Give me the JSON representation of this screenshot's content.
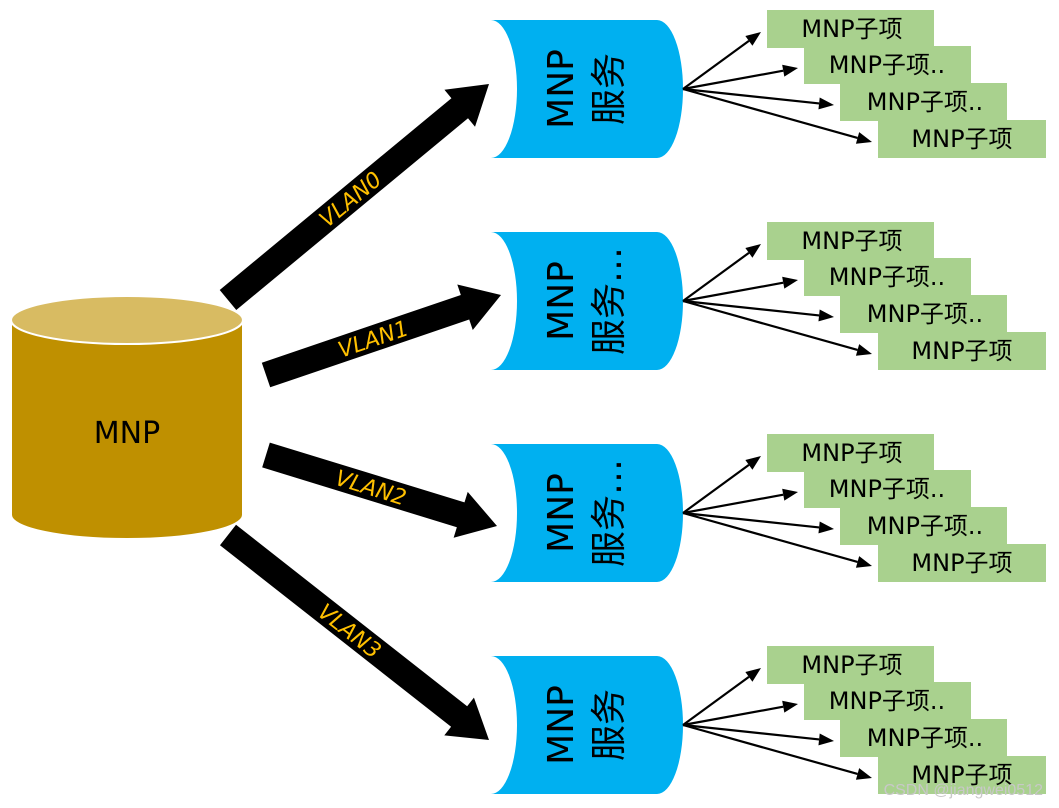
{
  "colors": {
    "db_top": "#d8bb62",
    "db_body": "#bf9000",
    "db_outline": "#ffffff",
    "service_fill": "#00b0f0",
    "item_fill": "#a9d18e",
    "arrow_fill": "#000000",
    "vlan_text": "#ffc000",
    "text": "#000000"
  },
  "database": {
    "label": "MNP"
  },
  "vlans": [
    {
      "label": "VLAN0"
    },
    {
      "label": "VLAN1"
    },
    {
      "label": "VLAN2"
    },
    {
      "label": "VLAN3"
    }
  ],
  "services": [
    {
      "label": "MNP 服务",
      "items": [
        "MNP子项",
        "MNP子项..",
        "MNP子项..",
        "MNP子项"
      ]
    },
    {
      "label": "MNP 服务…",
      "items": [
        "MNP子项",
        "MNP子项..",
        "MNP子项..",
        "MNP子项"
      ]
    },
    {
      "label": "MNP 服务…",
      "items": [
        "MNP子项",
        "MNP子项..",
        "MNP子项..",
        "MNP子项"
      ]
    },
    {
      "label": "MNP 服务",
      "items": [
        "MNP子项",
        "MNP子项..",
        "MNP子项..",
        "MNP子项"
      ]
    }
  ],
  "watermark": "CSDN @jiangwei0512"
}
